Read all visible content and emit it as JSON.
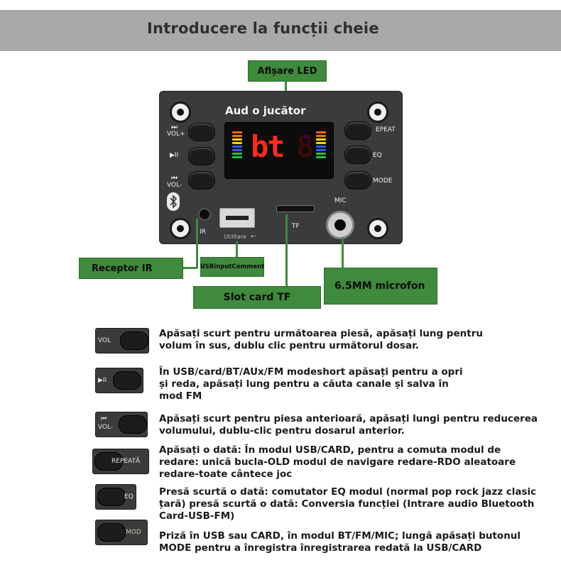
{
  "header": {
    "title": "Introducere la funcții cheie"
  },
  "board": {
    "title": "Aud o jucător",
    "left_labels": {
      "vol_plus": "VOL+",
      "play": "▶II",
      "vol_minus": "VOL-"
    },
    "right_labels": {
      "repeat": "EPEAT",
      "eq": "EQ",
      "mode": "MODE"
    },
    "display_text": "bt",
    "port_labels": {
      "mic": "MIC",
      "tf": "TF",
      "ir": "IR",
      "usb": "Utilitare"
    },
    "icons": [
      "bluetooth-icon",
      "next-track-icon",
      "play-pause-icon",
      "prev-track-icon",
      "usb-symbol-icon"
    ],
    "colors": {
      "display_red": "#ff2b1a",
      "callout_green": "#3f8a3c",
      "board": "#3a3b3d"
    }
  },
  "callouts": {
    "led": "Afișare LED",
    "ir": "Receptor IR",
    "usb": "USBinputComment",
    "tf": "Slot card TF",
    "mic": "6.5MM microfon"
  },
  "functions": [
    {
      "key_label": "VOL",
      "text": "Apăsați scurt pentru următoarea piesă, apăsați lung pentru volum în sus, dublu clic pentru următorul dosar."
    },
    {
      "key_label": "▶II",
      "text": "În USB/card/BT/AUx/FM modeshort apăsați pentru a opri și reda, apăsați lung pentru a căuta canale și salva în mod FM"
    },
    {
      "key_label": "VOL-",
      "text": "Apăsați scurt pentru piesa anterioară, apăsați lungi pentru reducerea volumului, dublu-clic pentru dosarul anterior."
    },
    {
      "key_label": "REPEATĂ",
      "text": "Apăsați o dată: În modul USB/CARD, pentru a comuta modul de redare: unică bucla-OLD modul de navigare redare-RDO aleatoare redare-toate cântece joc"
    },
    {
      "key_label": "EQ",
      "text": "Presă scurtă o dată: comutator EQ modul (normal pop rock jazz clasic țară) presă scurtă o dată: Conversia funcției (Intrare audio Bluetooth Card-USB-FM)"
    },
    {
      "key_label": "MOD",
      "text": "Priză în USB sau CARD, în modul BT/FM/MIC; lungă apăsați butonul MODE pentru a înregistra înregistrarea redată la USB/CARD"
    }
  ]
}
